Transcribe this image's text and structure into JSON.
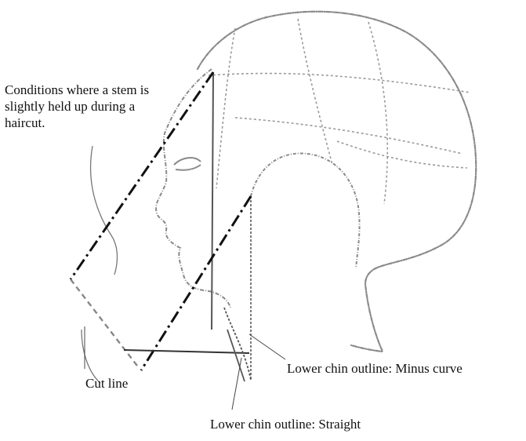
{
  "labels": {
    "conditions": "Conditions where a stem is slightly held up during a haircut.",
    "cut_line": "Cut line",
    "lower_chin_minus_curve": "Lower chin outline: Minus curve",
    "lower_chin_straight": "Lower chin outline: Straight"
  },
  "colors": {
    "sketch": "#8a8a8a",
    "ink": "#111111"
  }
}
